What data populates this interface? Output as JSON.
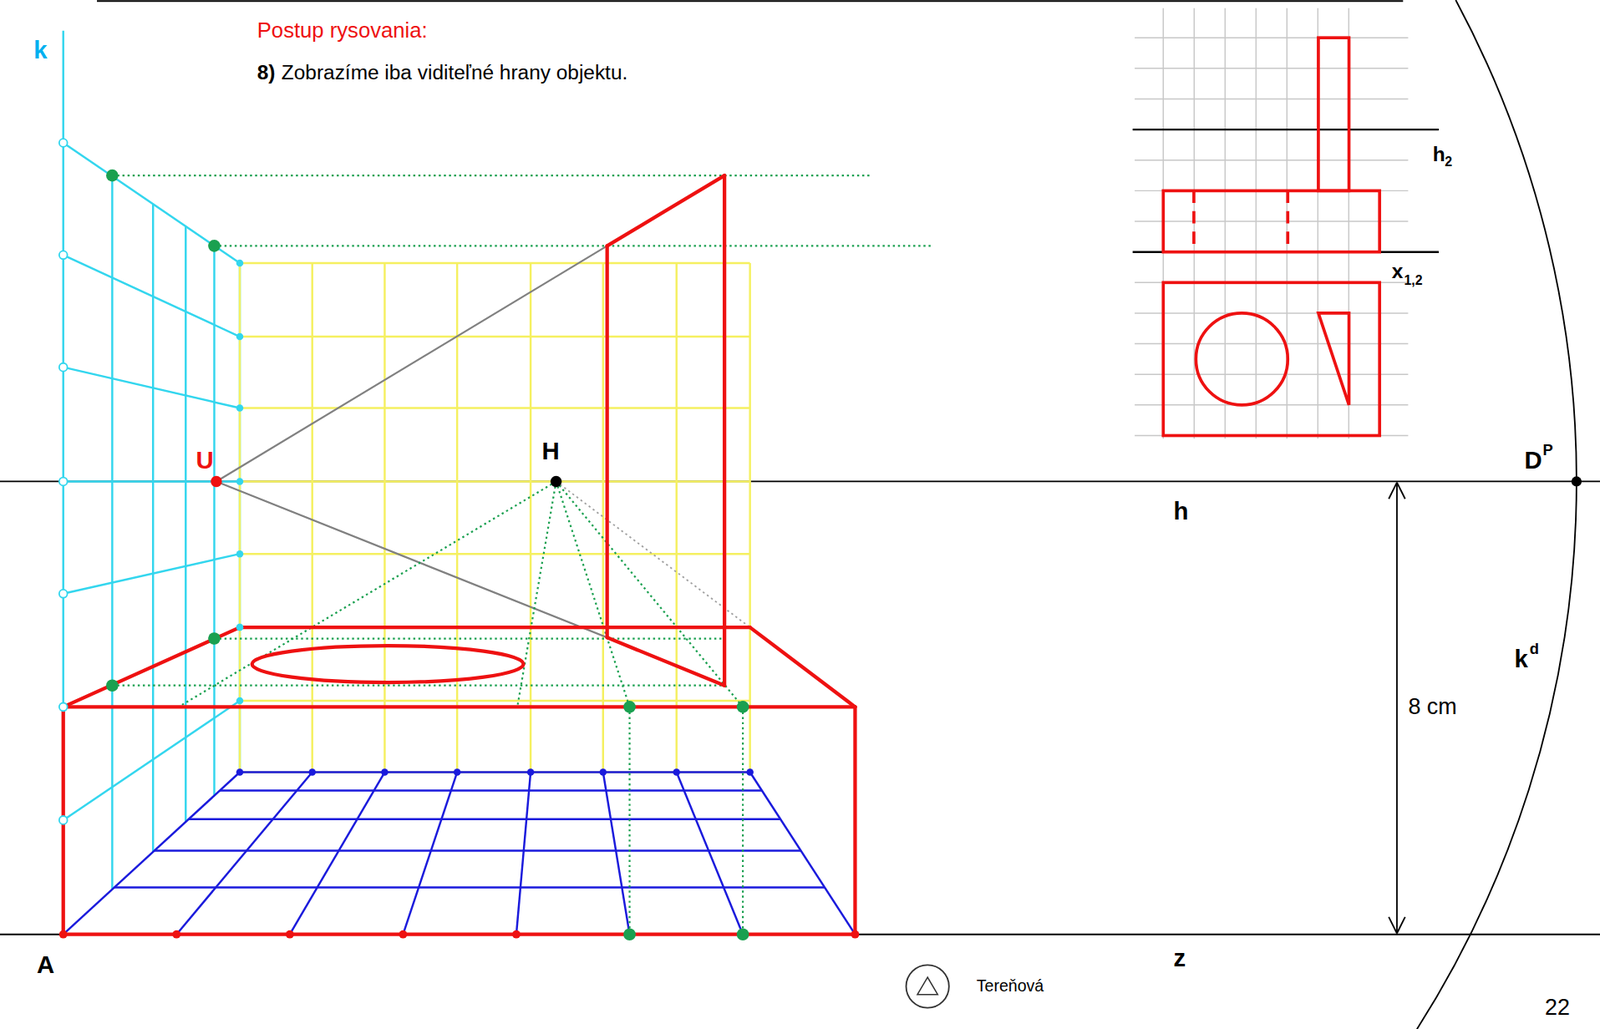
{
  "diagram": {
    "title": "Postup rysovania:",
    "labels": [
      "8)",
      "Zobrazíme iba viditeľné hrany objektu.",
      "k",
      "U",
      "H",
      "h",
      "D",
      "P",
      "8 cm",
      "k",
      "d",
      "h",
      "2",
      "x",
      "1,2",
      "A",
      "z",
      "Tereňová",
      "22"
    ]
  }
}
